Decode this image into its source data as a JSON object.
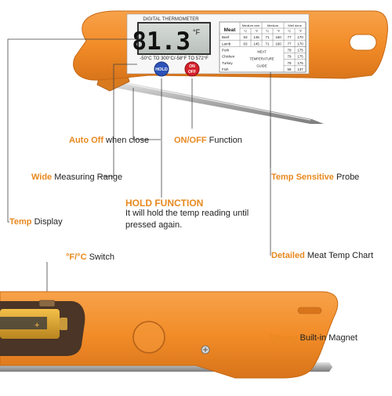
{
  "device": {
    "brand_label": "DIGITAL THERMOMETER",
    "display_reading": "81.3",
    "display_unit": "°F",
    "range_text": "-50°C TO 300°C/-58°F TO 572°F",
    "hold_button": "HOLD",
    "on_button": "ON",
    "off_button": "OFF",
    "body_color": "#f28c28",
    "accent_color": "#e8891f"
  },
  "temp_chart": {
    "corner_label": "Meat",
    "columns": [
      "Medium rare",
      "Medium",
      "Well done"
    ],
    "units": [
      "°C",
      "°F",
      "°C",
      "°F",
      "°C",
      "°F"
    ],
    "rows": [
      {
        "name": "Beef",
        "values": [
          "63",
          "145",
          "71",
          "160",
          "77",
          "170"
        ]
      },
      {
        "name": "Lamb",
        "values": [
          "63",
          "145",
          "71",
          "160",
          "77",
          "170"
        ]
      },
      {
        "name": "Pork",
        "values": [
          "",
          "",
          "",
          "",
          "79",
          "175"
        ]
      },
      {
        "name": "Chicken",
        "values": [
          "",
          "",
          "",
          "",
          "79",
          "175"
        ]
      },
      {
        "name": "Turkey",
        "values": [
          "",
          "",
          "",
          "",
          "79",
          "175"
        ]
      },
      {
        "name": "Fish",
        "values": [
          "",
          "",
          "",
          "",
          "58",
          "137"
        ]
      }
    ],
    "guide_lines": [
      "MEAT",
      "TEMPERATURE",
      "GUIDE"
    ]
  },
  "annotations": {
    "auto_off": {
      "highlight": "Auto Off",
      "rest": " when close"
    },
    "on_off": {
      "highlight": "ON/OFF",
      "rest": " Function"
    },
    "wide_range": {
      "highlight": "Wide",
      "rest": " Measuring Range"
    },
    "temp_sensitive": {
      "highlight": "Temp Sensitive",
      "rest": " Probe"
    },
    "hold": {
      "title": "HOLD FUNCTION",
      "desc": "It will hold the temp reading until pressed again."
    },
    "temp_display": {
      "highlight": "Temp",
      "rest": " Display"
    },
    "detailed_chart": {
      "highlight": "Detailed",
      "rest": " Meat Temp Chart"
    },
    "switch": {
      "highlight": "°F/°C",
      "rest": " Switch"
    },
    "magnet": {
      "highlight": "Strong",
      "rest": " Built-in Magnet"
    }
  }
}
